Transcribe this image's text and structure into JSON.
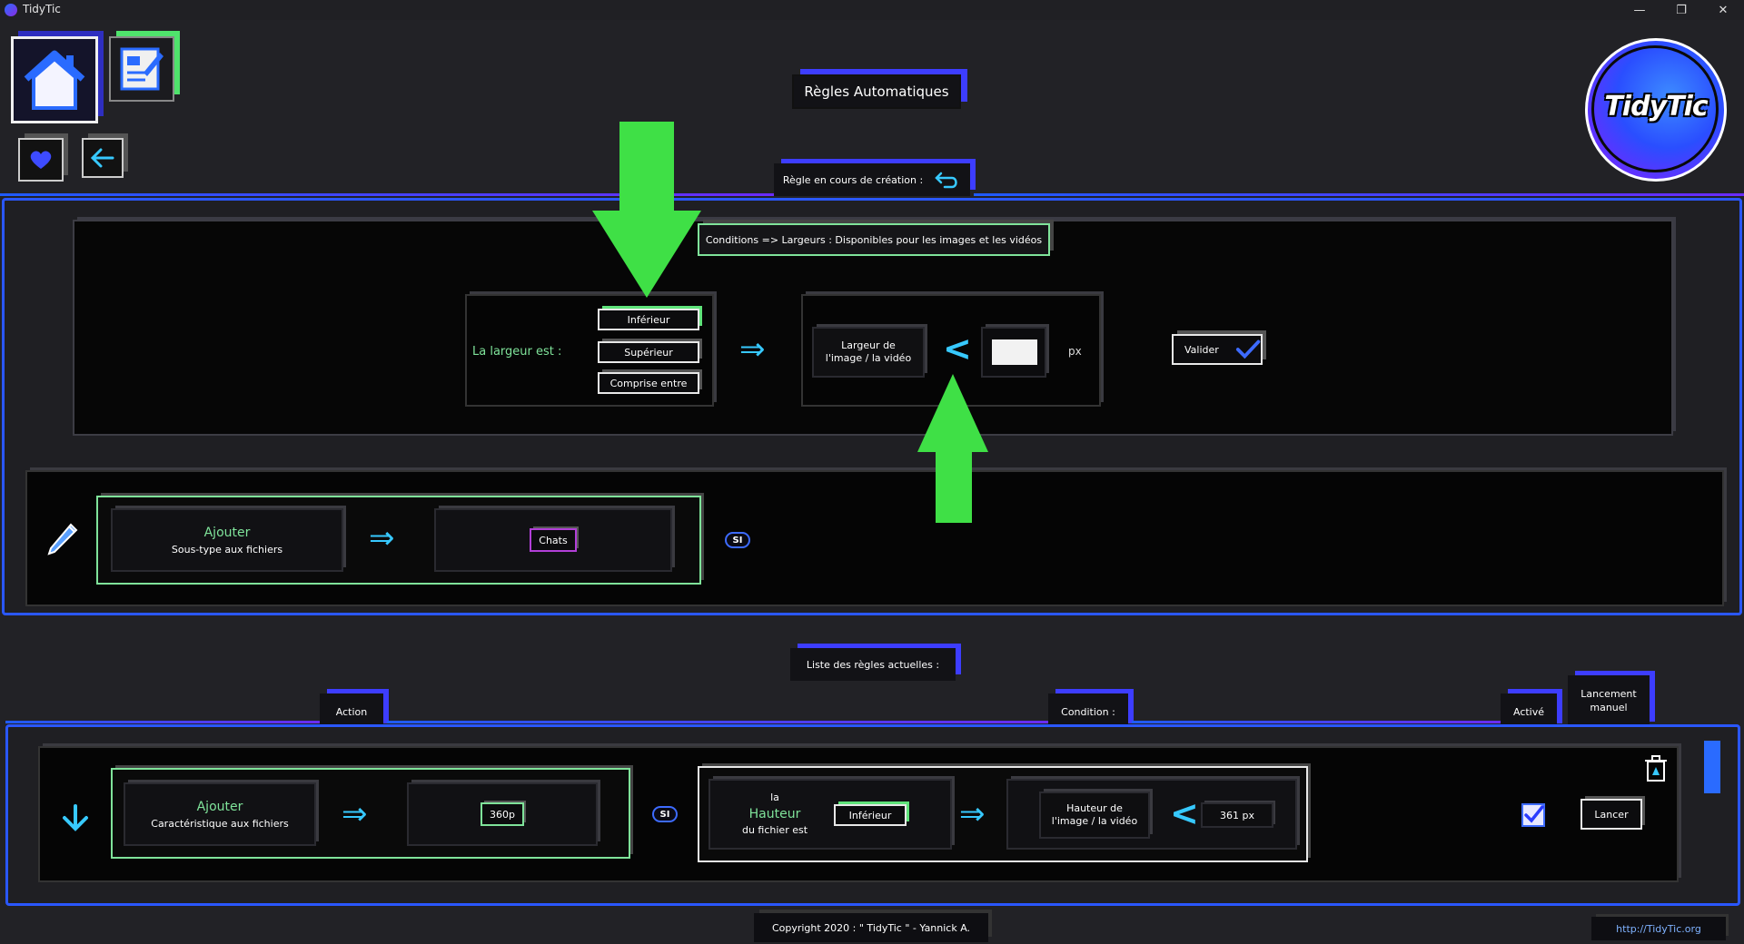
{
  "window": {
    "title": "TidyTic",
    "minimize": "—",
    "restore": "❐",
    "close": "✕"
  },
  "header": {
    "title": "Règles Automatiques"
  },
  "logo": {
    "text": "TidyTic"
  },
  "rule_creation": {
    "tab_label": "Règle en cours de création :",
    "condition_header": "Conditions => Largeurs : Disponibles pour les images et les vidéos",
    "largeur_label": "La largeur est :",
    "options": [
      "Inférieur",
      "Supérieur",
      "Comprise entre"
    ],
    "selected_option": "Inférieur",
    "width_label_line1": "Largeur de",
    "width_label_line2": "l'image / la vidéo",
    "comparator": "<",
    "input_value": "",
    "unit": "px",
    "validate_label": "Valider"
  },
  "rule_action": {
    "title": "Ajouter",
    "subtitle": "Sous-type aux fichiers",
    "target": "Chats",
    "si_label": "SI"
  },
  "list": {
    "title": "Liste des règles actuelles :",
    "col_action": "Action",
    "col_condition": "Condition :",
    "col_active": "Activé",
    "col_manual_line1": "Lancement",
    "col_manual_line2": "manuel",
    "rows": [
      {
        "action_title": "Ajouter",
        "action_sub": "Caractéristique aux fichiers",
        "target": "360p",
        "si_label": "SI",
        "cond_la": "la",
        "cond_word": "Hauteur",
        "cond_suffix": "du fichier est",
        "cond_operator": "Inférieur",
        "measure_line1": "Hauteur de",
        "measure_line2": "l'image / la vidéo",
        "comparator": "<",
        "value": "361 px",
        "active": true,
        "launch_label": "Lancer"
      }
    ]
  },
  "footer": {
    "copyright": "Copyright 2020 : \" TidyTic \" - Yannick A.",
    "url": "http://TidyTic.org"
  },
  "colors": {
    "accent_blue": "#2a57ff",
    "accent_violet": "#6a2bff",
    "accent_green": "#7fe39a",
    "arrow_cyan": "#37c9ff",
    "highlight_green": "#3fe046"
  }
}
